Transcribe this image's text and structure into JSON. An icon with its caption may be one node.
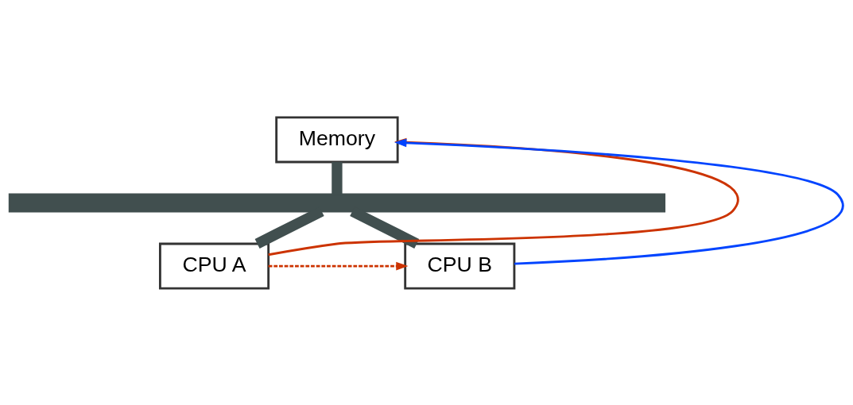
{
  "diagram": {
    "nodes": [
      {
        "text": [
          "Memory"
        ]
      },
      {
        "text": [],
        "shape": "bar"
      },
      {
        "text": [
          "CPU A"
        ]
      },
      {
        "text": [
          "CPU B"
        ]
      }
    ],
    "edges": [
      {
        "from": 0,
        "to": 1,
        "arrow": "none",
        "style": "thick"
      },
      {
        "from": 1,
        "to": 2,
        "arrow": "none",
        "style": "thick"
      },
      {
        "from": 1,
        "to": 3,
        "arrow": "none",
        "style": "thick"
      },
      {
        "from": 2,
        "to": 0,
        "arrow": "to",
        "color": "#cc3300"
      },
      {
        "from": 3,
        "to": 0,
        "arrow": "to",
        "color": "#0044ff"
      },
      {
        "from": 2,
        "to": 3,
        "arrow": "to",
        "style": "dashed",
        "color": "#cc3300"
      }
    ]
  }
}
